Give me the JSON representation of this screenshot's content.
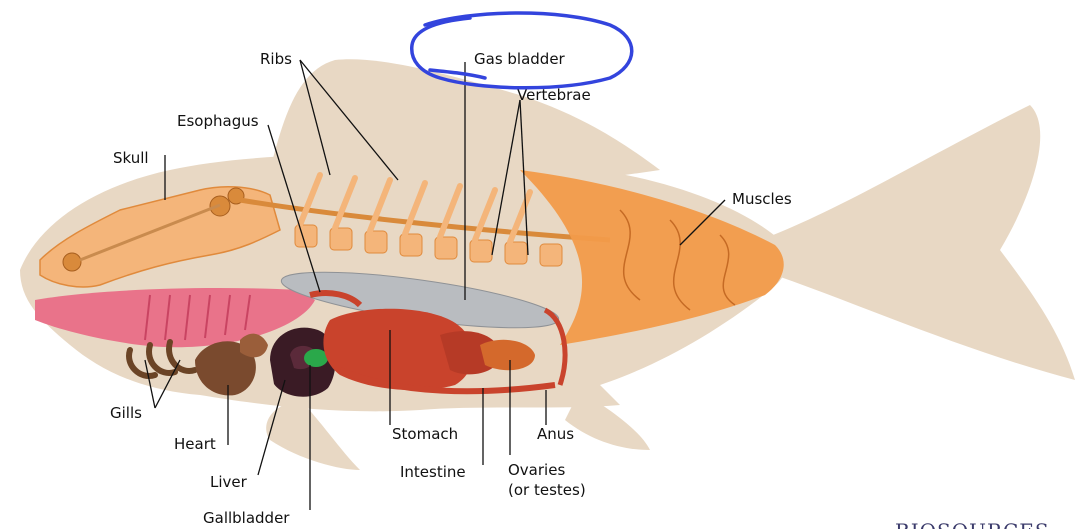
{
  "diagram": {
    "labels": {
      "ribs": "Ribs",
      "gas_bladder": "Gas bladder",
      "vertebrae": "Vertebrae",
      "esophagus": "Esophagus",
      "skull": "Skull",
      "muscles": "Muscles",
      "gills": "Gills",
      "heart": "Heart",
      "liver": "Liver",
      "gallbladder": "Gallbladder",
      "stomach": "Stomach",
      "intestine": "Intestine",
      "anus": "Anus",
      "ovaries_line1": "Ovaries",
      "ovaries_line2": "(or testes)"
    },
    "watermark": "BIOSOURCES",
    "colors": {
      "body": "#e8d8c4",
      "bone": "#f4b57a",
      "muscle": "#f29b4a",
      "gills": "#e9738a",
      "gas_bladder": "#b9bcc0",
      "stomach": "#c9432c",
      "liver": "#3a1b25",
      "gallbladder": "#2aa84a",
      "heart": "#7a4a2e",
      "annotation": "#3344dd"
    }
  }
}
